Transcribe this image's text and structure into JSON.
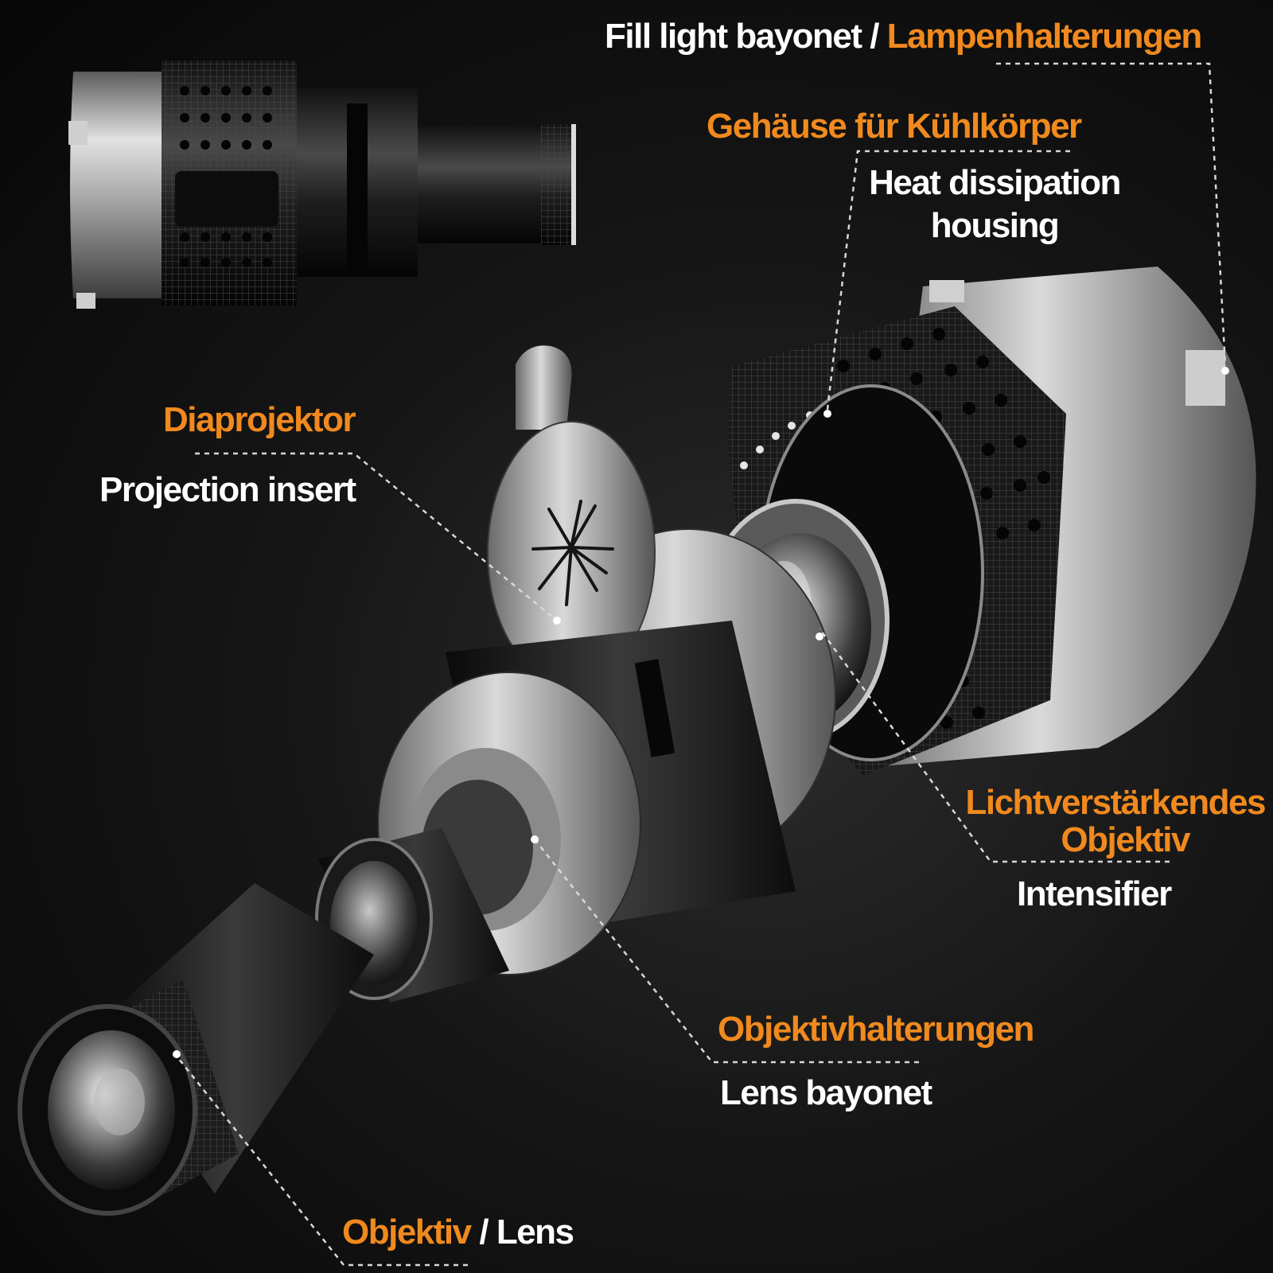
{
  "colors": {
    "accent_orange": "#f08a1f",
    "label_white": "#ffffff",
    "background": "#111111"
  },
  "labels": {
    "fill_light_en": "Fill light bayonet",
    "slash": "/",
    "fill_light_de": "Lampenhalterungen",
    "heat_de": "Gehäuse für Kühlkörper",
    "heat_en_line1": "Heat dissipation",
    "heat_en_line2": "housing",
    "projection_de": "Diaprojektor",
    "projection_en": "Projection insert",
    "intensifier_de_line1": "Lichtverstärkendes",
    "intensifier_de_line2": "Objektiv",
    "intensifier_en": "Intensifier",
    "lens_bayonet_de": "Objektivhalterungen",
    "lens_bayonet_en": "Lens bayonet",
    "lens_de": "Objektiv",
    "lens_en": "Lens"
  }
}
